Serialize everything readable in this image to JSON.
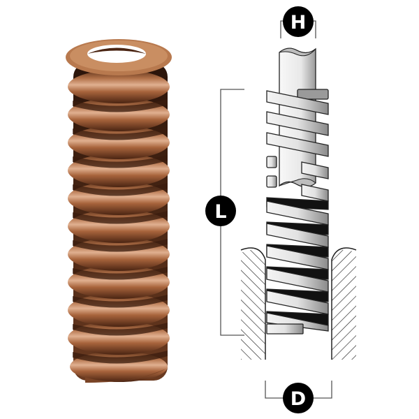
{
  "figure": {
    "description": "Compression die spring photo beside dimension diagram",
    "photo": {
      "name": "copper coil spring photo",
      "coils": 11,
      "color": "#a0623a"
    },
    "diagram": {
      "labels": {
        "H": "H",
        "L": "L",
        "D": "D"
      },
      "label_meanings": {
        "H": "rod / inner diameter",
        "L": "free length",
        "D": "hole / outer diameter"
      },
      "badge_color": "#000000",
      "badge_text_color": "#ffffff",
      "line_color": "#555555"
    }
  }
}
